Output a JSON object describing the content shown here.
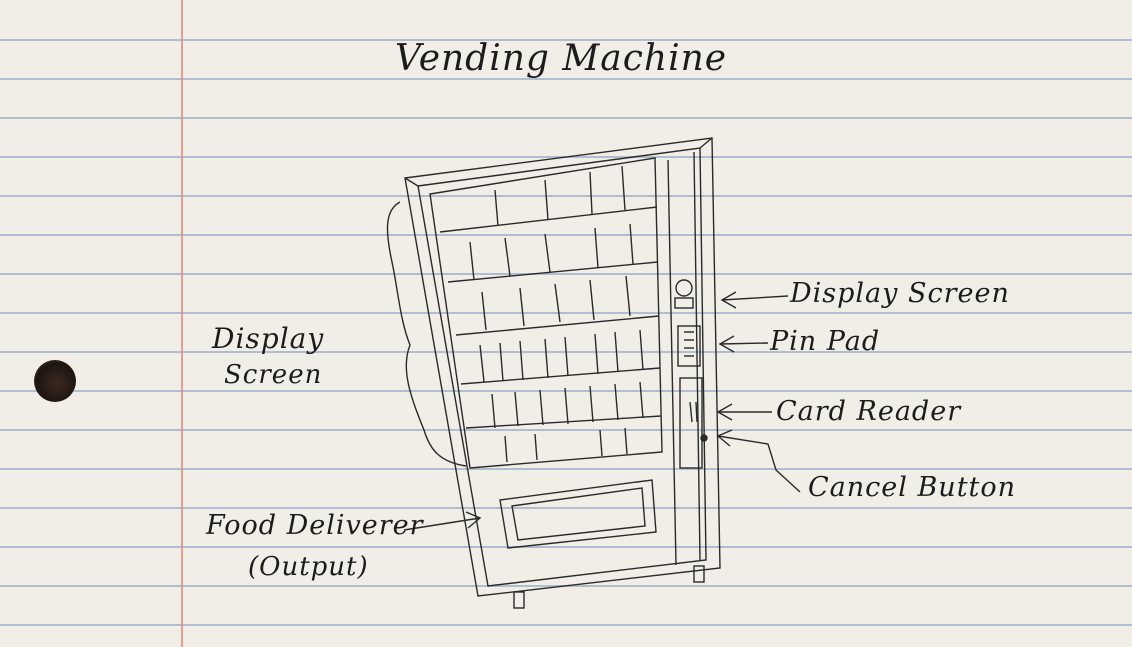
{
  "title": "Vending Machine",
  "labels": {
    "display_screen_left_line1": "Display",
    "display_screen_left_line2": "Screen",
    "display_screen_right": "Display Screen",
    "pin_pad": "Pin Pad",
    "card_reader": "Card Reader",
    "cancel_button": "Cancel Button",
    "food_deliverer_line1": "Food Deliverer",
    "food_deliverer_line2": "(Output)"
  }
}
